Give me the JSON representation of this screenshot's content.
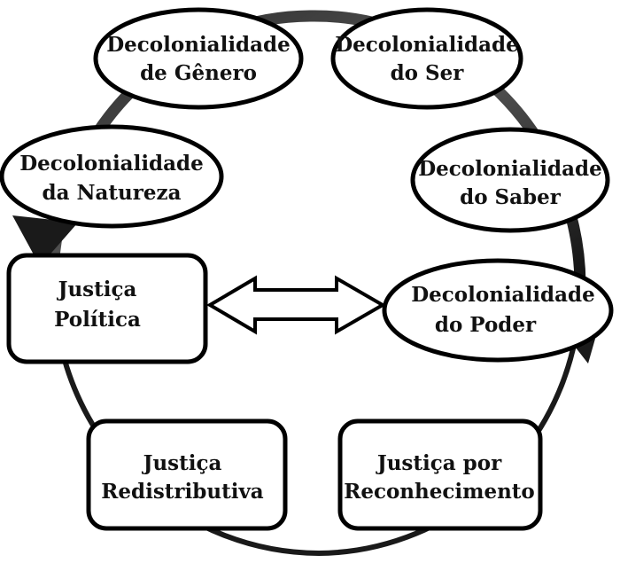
{
  "nodes": {
    "genero": {
      "line1": "Decolonialidade",
      "line2": "de Gênero"
    },
    "ser": {
      "line1": "Decolonialidade",
      "line2": "do Ser"
    },
    "natureza": {
      "line1": "Decolonialidade",
      "line2": "da Natureza"
    },
    "saber": {
      "line1": "Decolonialidade",
      "line2": "do Saber"
    },
    "politica": {
      "line1": "Justiça",
      "line2": "Política"
    },
    "poder": {
      "line1": "Decolonialidade",
      "line2": "do Poder"
    },
    "redistributiva": {
      "line1": "Justiça",
      "line2": "Redistributiva"
    },
    "reconhecimento": {
      "line1": "Justiça por",
      "line2": "Reconhecimento"
    }
  },
  "colors": {
    "stroke": "#000000",
    "fill": "#ffffff",
    "text": "#111111",
    "cycle": "#1a1a1a"
  }
}
